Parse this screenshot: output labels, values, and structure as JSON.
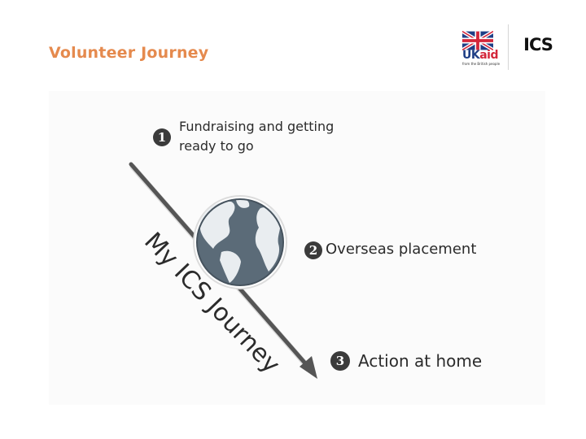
{
  "slide": {
    "title": "Volunteer Journey"
  },
  "logos": {
    "ukaid_uk": "UK",
    "ukaid_aid": "aid",
    "ukaid_tagline": "from the British people",
    "ics": "ICS"
  },
  "diagram": {
    "arrow_label": "My ICS Journey",
    "steps": [
      {
        "number": "1",
        "label": "Fundraising and getting ready to go"
      },
      {
        "number": "2",
        "label": "Overseas placement"
      },
      {
        "number": "3",
        "label": "Action at home"
      }
    ]
  },
  "colors": {
    "title": "#e58a4e",
    "arrow": "#555555",
    "globe_ocean": "#5b6b78",
    "globe_land": "#e9edf0",
    "badge": "#3b3b3b"
  },
  "icons": {
    "globe": "globe-icon",
    "uk_flag": "uk-flag-icon"
  }
}
